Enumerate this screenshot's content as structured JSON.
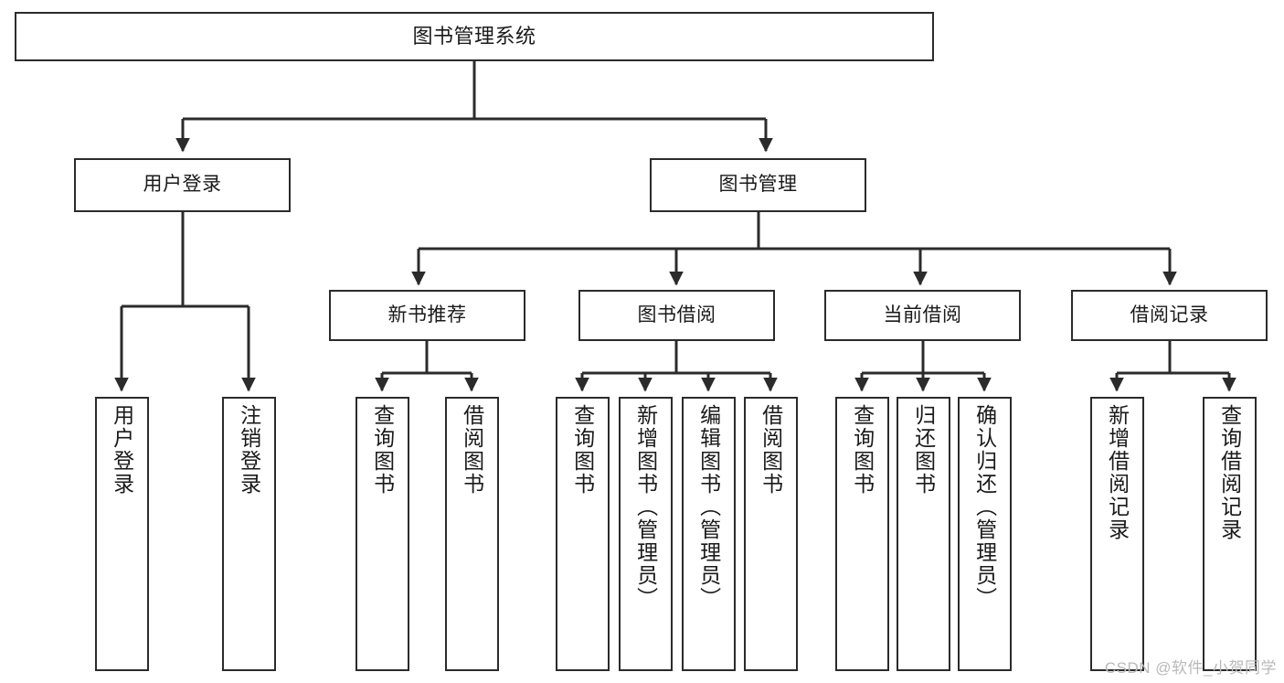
{
  "diagram": {
    "type": "tree",
    "title": "图书管理系统",
    "watermark": "CSDN @软件_小贺同学",
    "colors": {
      "stroke": "#2b2b2b",
      "fill": "#ffffff",
      "text": "#1a1a1a",
      "watermark": "#b9b9b9"
    },
    "nodes": {
      "root": {
        "label": "图书管理系统"
      },
      "level2": [
        {
          "label": "用户登录"
        },
        {
          "label": "图书管理"
        }
      ],
      "level3": [
        {
          "label": "新书推荐"
        },
        {
          "label": "图书借阅"
        },
        {
          "label": "当前借阅"
        },
        {
          "label": "借阅记录"
        }
      ],
      "leaves": {
        "user_login": [
          {
            "label": "用户登录"
          },
          {
            "label": "注销登录"
          }
        ],
        "new_book": [
          {
            "label": "查询图书"
          },
          {
            "label": "借阅图书"
          }
        ],
        "borrow_book": [
          {
            "label": "查询图书"
          },
          {
            "label": "新增图书（管理员）"
          },
          {
            "label": "编辑图书（管理员）"
          },
          {
            "label": "借阅图书"
          }
        ],
        "current_borrow": [
          {
            "label": "查询图书"
          },
          {
            "label": "归还图书"
          },
          {
            "label": "确认归还（管理员）"
          }
        ],
        "borrow_record": [
          {
            "label": "新增借阅记录"
          },
          {
            "label": "查询借阅记录"
          }
        ]
      }
    }
  }
}
